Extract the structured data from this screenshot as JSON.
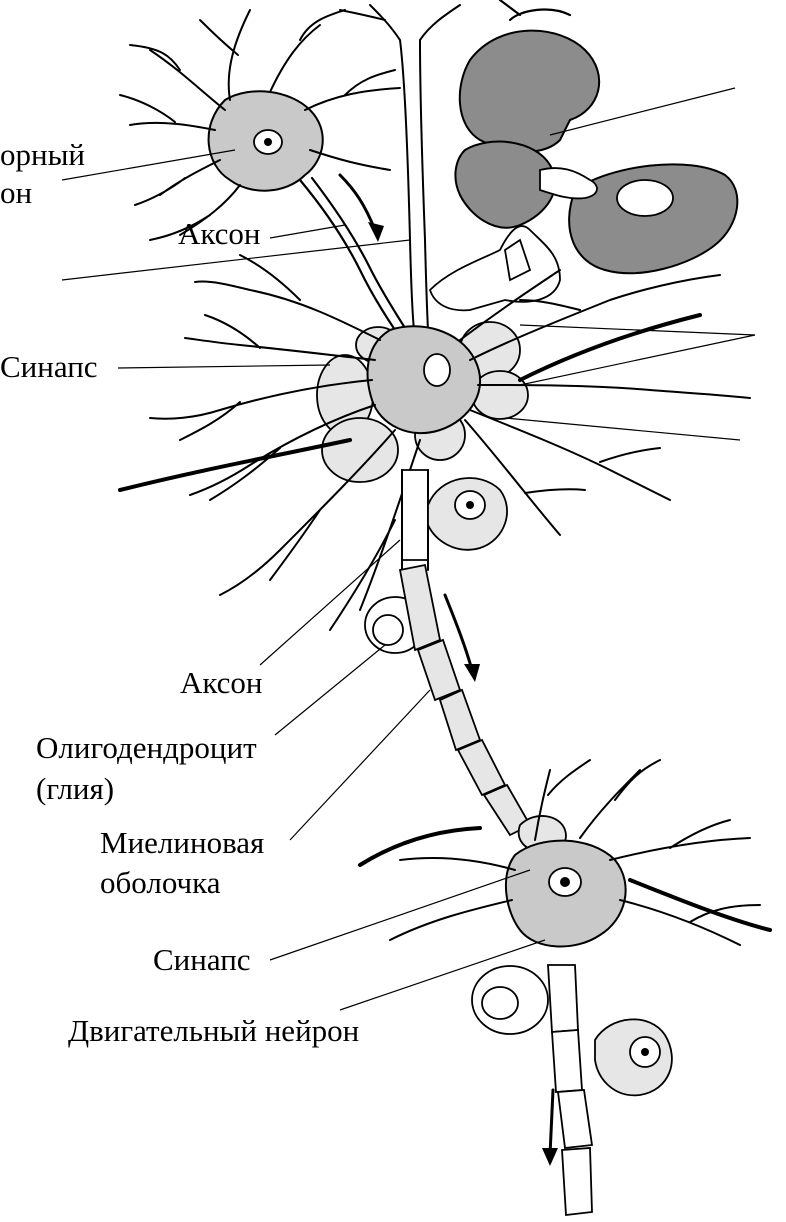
{
  "labels": {
    "sensory_neuron_line1": "орный",
    "sensory_neuron_line2": "он",
    "axon_top": "Аксон",
    "synapse_top": "Синапс",
    "axon_middle": "Аксон",
    "oligodendrocyte_line1": "Олигодендроцит",
    "oligodendrocyte_line2": "(глия)",
    "myelin_line1": "Миелиновая",
    "myelin_line2": "оболочка",
    "synapse_bottom": "Синапс",
    "motor_neuron": "Двигательный нейрон"
  }
}
